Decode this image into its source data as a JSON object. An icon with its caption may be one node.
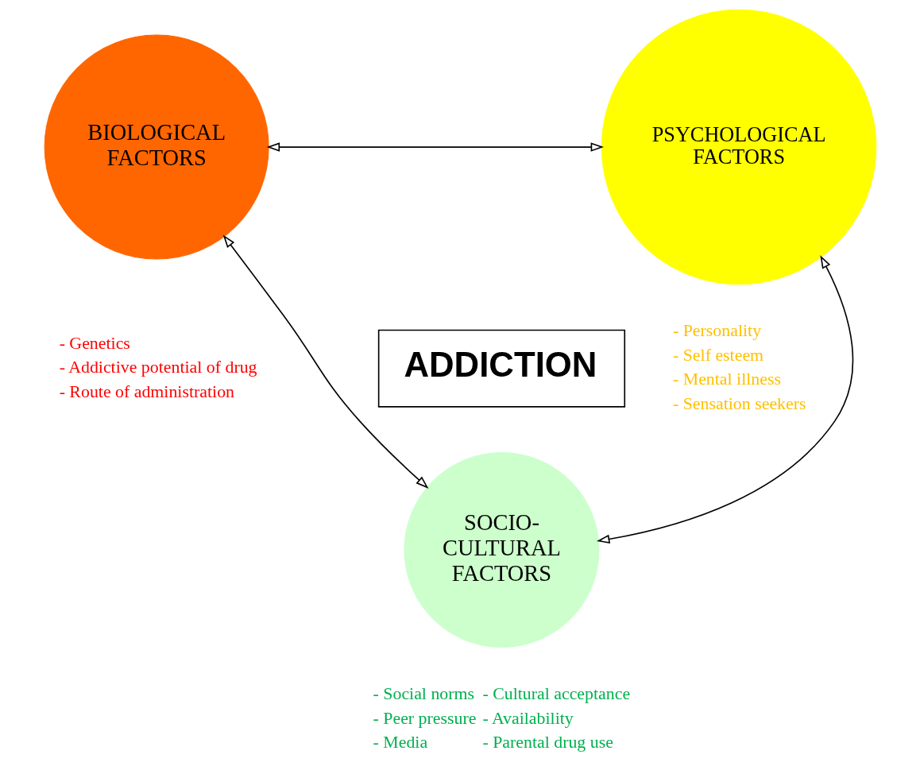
{
  "diagram": {
    "nodes": [
      {
        "text": [
          "BIOLOGICAL FACTORS"
        ],
        "beside": [
          "- Genetics",
          "- Addictive potential of drug",
          "- Route of administration"
        ]
      },
      {
        "text": [
          "PSYCHOLOGICAL FACTORS"
        ],
        "beside": [
          "- Personality",
          "- Self esteem",
          "- Mental illness",
          "- Sensation seekers"
        ]
      },
      {
        "text": [
          "ADDICTION"
        ]
      },
      {
        "text": [
          "SOCIO- CULTURAL FACTORS"
        ],
        "beside": [
          "- Social norms",
          "- Cultural acceptance",
          "- Peer pressure",
          "- Availability",
          "- Media",
          "- Parental drug use"
        ]
      }
    ],
    "edges": [
      {
        "from": 0,
        "to": 1,
        "arrow": "both"
      },
      {
        "from": 0,
        "to": 3,
        "arrow": "both"
      },
      {
        "from": 3,
        "to": 1,
        "arrow": "both"
      }
    ]
  }
}
